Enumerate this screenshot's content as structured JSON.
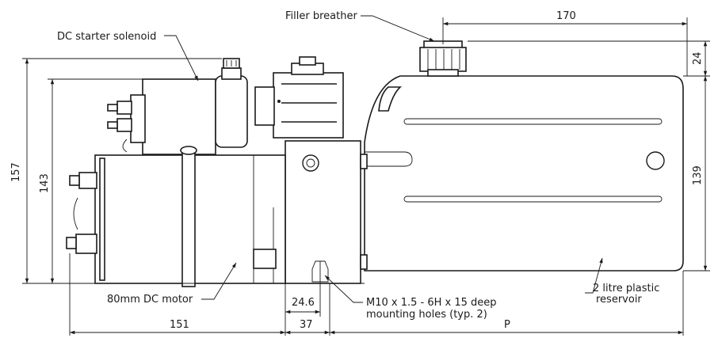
{
  "labels": {
    "filler_breather": "Filler breather",
    "dc_starter_solenoid": "DC starter solenoid",
    "dc_motor": "80mm DC motor",
    "reservoir_line1": "2 litre plastic",
    "reservoir_line2": "reservoir",
    "holes_line1": "M10 x 1.5 - 6H x 15 deep",
    "holes_line2": "mounting holes (typ. 2)"
  },
  "dimensions": {
    "d170": "170",
    "d24": "24",
    "d157": "157",
    "d143": "143",
    "d139": "139",
    "d24_6": "24.6",
    "d151": "151",
    "d37": "37",
    "dP": "P"
  }
}
